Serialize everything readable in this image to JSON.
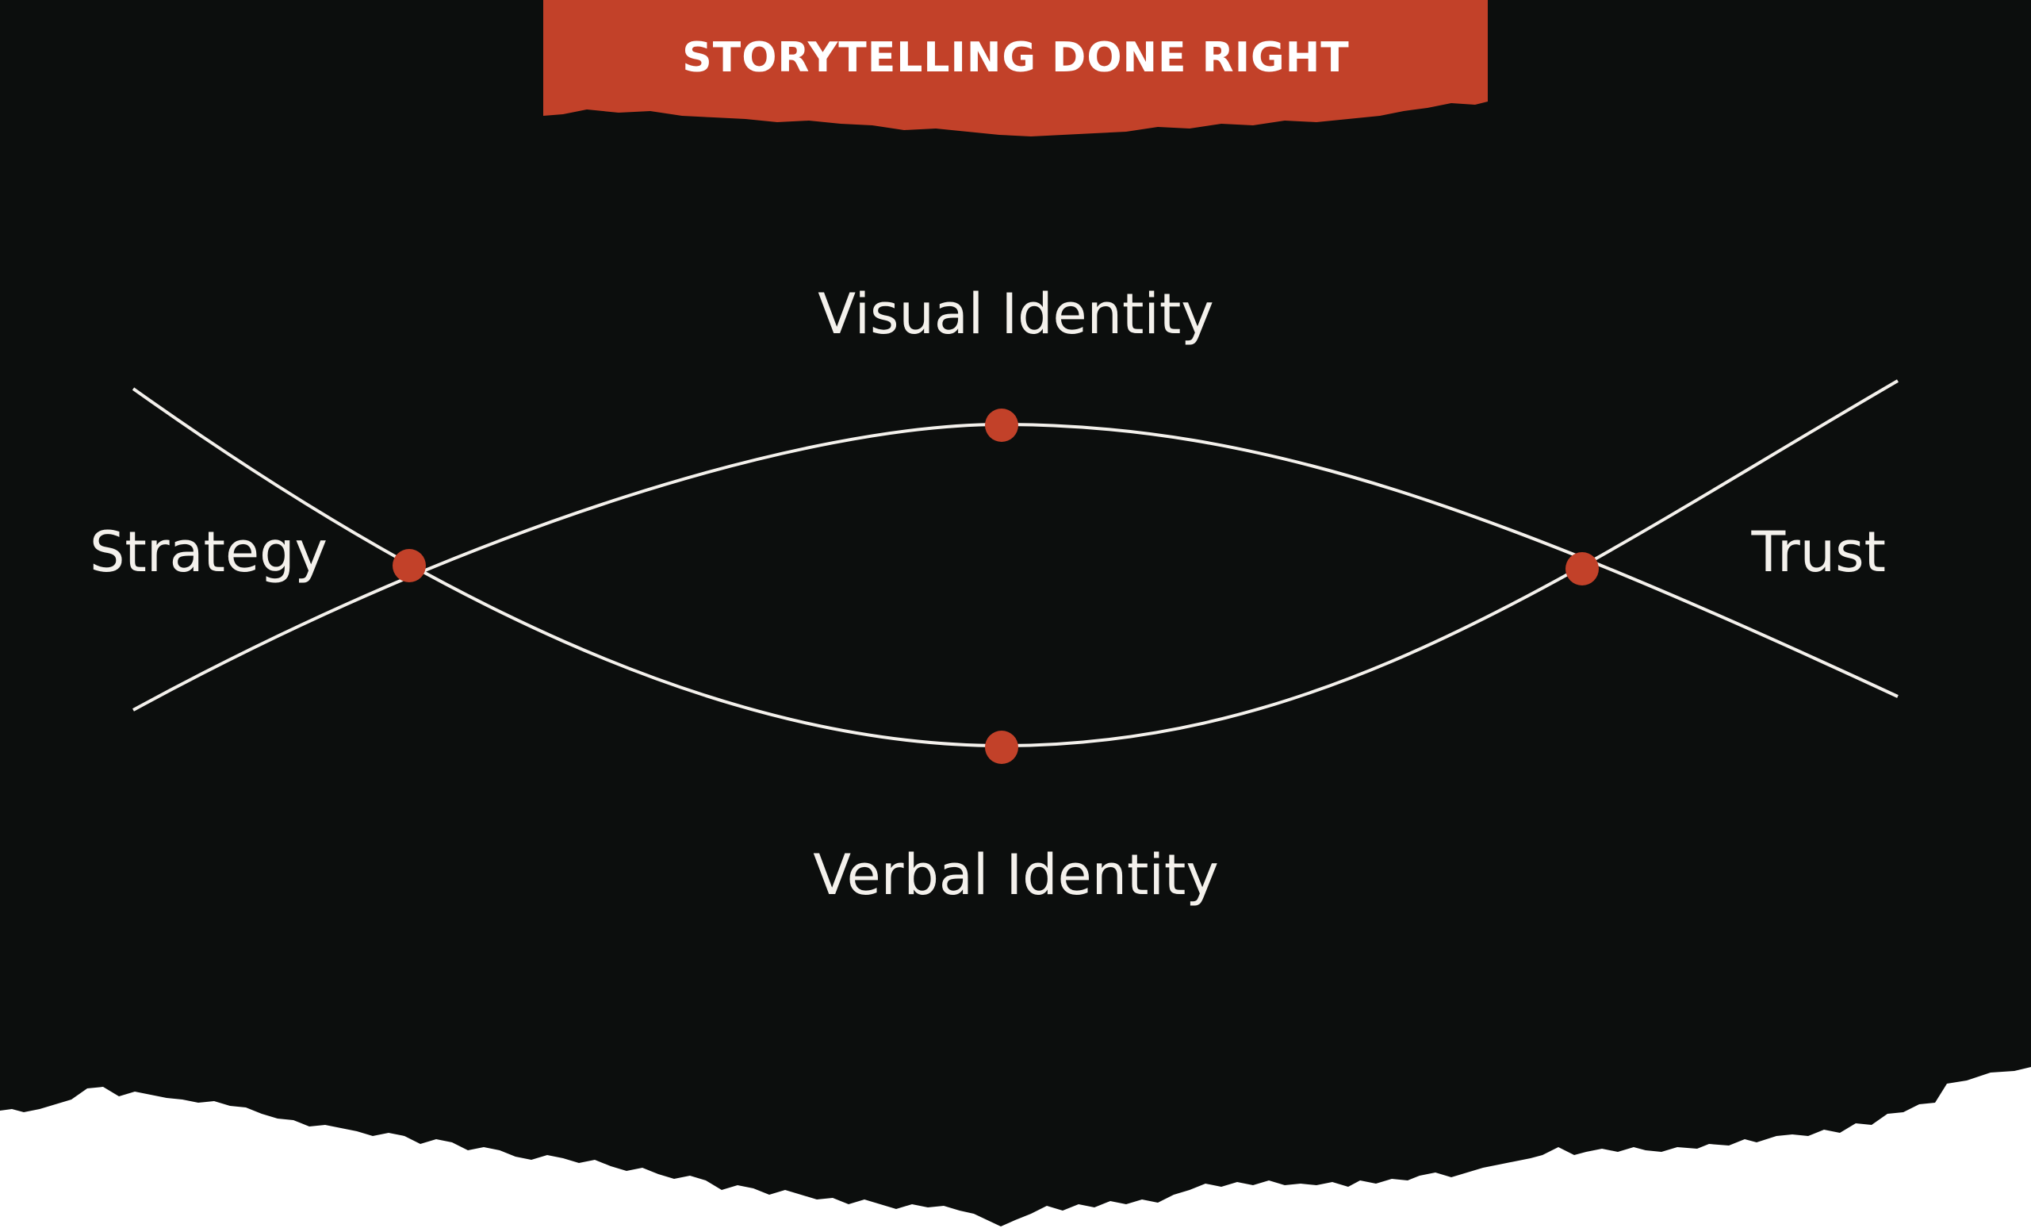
{
  "banner": {
    "title": "STORYTELLING DONE RIGHT"
  },
  "diagram": {
    "labels": {
      "top": "Visual Identity",
      "bottom": "Verbal Identity",
      "left": "Strategy",
      "right": "Trust"
    }
  },
  "colors": {
    "background": "#0c0e0d",
    "accent": "#c24129",
    "line": "#f4f1ec",
    "paper": "#ffffff"
  }
}
